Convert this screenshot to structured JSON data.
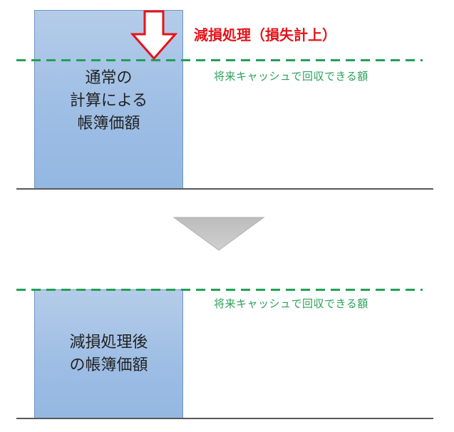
{
  "colors": {
    "box_fill": "#9dbde4",
    "box_border": "#6e95c4",
    "dashed_line": "#21a154",
    "green_text": "#2ca05a",
    "red_text": "#e5131a",
    "arrow_outline": "#e5131a",
    "baseline": "#595959",
    "transition_arrow": "#c4c4c4"
  },
  "top_panel": {
    "box_label": "通常の\n計算による\n帳簿価額",
    "impairment_label": "減損処理（損失計上）",
    "recoverable_label": "将来キャッシュで回収できる額",
    "arrow_icon": "down-arrow-outline-red"
  },
  "transition": {
    "icon": "down-triangle-gray"
  },
  "bottom_panel": {
    "box_label": "減損処理後\nの帳簿価額",
    "recoverable_label": "将来キャッシュで回収できる額"
  }
}
